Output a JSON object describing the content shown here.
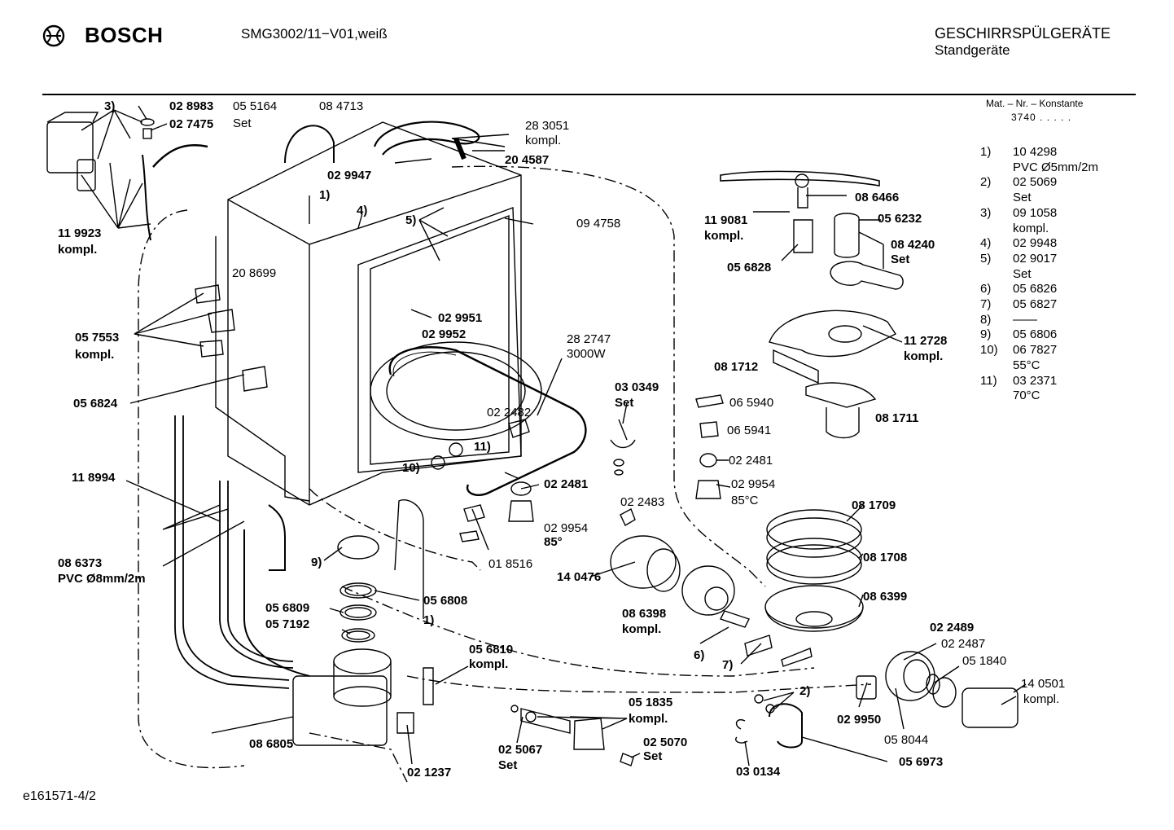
{
  "header": {
    "brand": "BOSCH",
    "model": "SMG3002/11−V01,weiß",
    "category": "GESCHIRRSPÜLGERÄTE",
    "subcategory": "Standgeräte",
    "mat_nr_label": "Mat. – Nr. – Konstante",
    "mat_nr_value": "3740  .  .  .  .  ."
  },
  "legend": [
    {
      "num": "1)",
      "lines": [
        "10 4298",
        "PVC Ø5mm/2m"
      ]
    },
    {
      "num": "2)",
      "lines": [
        "02 5069",
        "Set"
      ]
    },
    {
      "num": "3)",
      "lines": [
        "09 1058",
        "kompl."
      ]
    },
    {
      "num": "4)",
      "lines": [
        "02 9948"
      ]
    },
    {
      "num": "5)",
      "lines": [
        "02 9017",
        "Set"
      ]
    },
    {
      "num": "6)",
      "lines": [
        "05 6826"
      ]
    },
    {
      "num": "7)",
      "lines": [
        "05 6827"
      ]
    },
    {
      "num": "8)",
      "lines": [
        "——"
      ]
    },
    {
      "num": "9)",
      "lines": [
        "05 6806"
      ]
    },
    {
      "num": "10)",
      "lines": [
        "06 7827",
        "55°C"
      ]
    },
    {
      "num": "11)",
      "lines": [
        "03 2371",
        "70°C"
      ]
    }
  ],
  "labels": [
    {
      "text": "3)",
      "bold": true
    },
    {
      "text": "02 8983",
      "bold": true
    },
    {
      "text": "05 5164",
      "bold": false
    },
    {
      "text": "Set",
      "bold": false
    },
    {
      "text": "08 4713",
      "bold": false
    },
    {
      "text": "02 7475",
      "bold": true
    },
    {
      "text": "28 3051",
      "bold": false
    },
    {
      "text": "kompl.",
      "bold": false
    },
    {
      "text": "20 4587",
      "bold": true
    },
    {
      "text": "02 9947",
      "bold": true
    },
    {
      "text": "1)",
      "bold": true
    },
    {
      "text": "4)",
      "bold": true
    },
    {
      "text": "5)",
      "bold": true
    },
    {
      "text": "09 4758",
      "bold": false
    },
    {
      "text": "11 9923",
      "bold": true
    },
    {
      "text": "kompl.",
      "bold": true
    },
    {
      "text": "20 8699",
      "bold": false
    },
    {
      "text": "02 9951",
      "bold": true
    },
    {
      "text": "02 9952",
      "bold": true
    },
    {
      "text": "05 7553",
      "bold": true
    },
    {
      "text": "kompl.",
      "bold": true
    },
    {
      "text": "28 2747",
      "bold": false
    },
    {
      "text": "3000W",
      "bold": false
    },
    {
      "text": "05 6824",
      "bold": true
    },
    {
      "text": "03 0349",
      "bold": true
    },
    {
      "text": "Set",
      "bold": true
    },
    {
      "text": "02 2482",
      "bold": false
    },
    {
      "text": "11)",
      "bold": true
    },
    {
      "text": "10)",
      "bold": true
    },
    {
      "text": "11 8994",
      "bold": true
    },
    {
      "text": "02 2481",
      "bold": true
    },
    {
      "text": "02 2483",
      "bold": false
    },
    {
      "text": "02 9954",
      "bold": false
    },
    {
      "text": "85°",
      "bold": true
    },
    {
      "text": "01 8516",
      "bold": false
    },
    {
      "text": "08 6373",
      "bold": true
    },
    {
      "text": "PVC Ø8mm/2m",
      "bold": true
    },
    {
      "text": "9)",
      "bold": true
    },
    {
      "text": "14 0476",
      "bold": true
    },
    {
      "text": "05 6808",
      "bold": true
    },
    {
      "text": "05 6809",
      "bold": true
    },
    {
      "text": "05 7192",
      "bold": true
    },
    {
      "text": "1)",
      "bold": true
    },
    {
      "text": "08 6398",
      "bold": true
    },
    {
      "text": "kompl.",
      "bold": true
    },
    {
      "text": "6)",
      "bold": true
    },
    {
      "text": "7)",
      "bold": true
    },
    {
      "text": "05 6810",
      "bold": true
    },
    {
      "text": "kompl.",
      "bold": true
    },
    {
      "text": "05 1835",
      "bold": true
    },
    {
      "text": "kompl.",
      "bold": true
    },
    {
      "text": "08 6805",
      "bold": true
    },
    {
      "text": "02 5067",
      "bold": true
    },
    {
      "text": "Set",
      "bold": true
    },
    {
      "text": "02 5070",
      "bold": true
    },
    {
      "text": "Set",
      "bold": true
    },
    {
      "text": "02 1237",
      "bold": true
    },
    {
      "text": "08 6466",
      "bold": true
    },
    {
      "text": "11 9081",
      "bold": true
    },
    {
      "text": "kompl.",
      "bold": true
    },
    {
      "text": "05 6232",
      "bold": true
    },
    {
      "text": "08 4240",
      "bold": true
    },
    {
      "text": "Set",
      "bold": true
    },
    {
      "text": "05 6828",
      "bold": true
    },
    {
      "text": "11 2728",
      "bold": true
    },
    {
      "text": "kompl.",
      "bold": true
    },
    {
      "text": "08 1712",
      "bold": true
    },
    {
      "text": "06 5940",
      "bold": false
    },
    {
      "text": "06 5941",
      "bold": false
    },
    {
      "text": "08 1711",
      "bold": true
    },
    {
      "text": "02 2481",
      "bold": false
    },
    {
      "text": "02 9954",
      "bold": false
    },
    {
      "text": "85°C",
      "bold": false
    },
    {
      "text": "08 1709",
      "bold": true
    },
    {
      "text": "08 1708",
      "bold": true
    },
    {
      "text": "08 6399",
      "bold": true
    },
    {
      "text": "02 2489",
      "bold": true
    },
    {
      "text": "02 2487",
      "bold": false
    },
    {
      "text": "05 1840",
      "bold": false
    },
    {
      "text": "14 0501",
      "bold": false
    },
    {
      "text": "kompl.",
      "bold": false
    },
    {
      "text": "2)",
      "bold": true
    },
    {
      "text": "02 9950",
      "bold": true
    },
    {
      "text": "05 8044",
      "bold": false
    },
    {
      "text": "03 0134",
      "bold": true
    },
    {
      "text": "05 6973",
      "bold": true
    }
  ],
  "footer": {
    "code": "e161571-4/2"
  }
}
